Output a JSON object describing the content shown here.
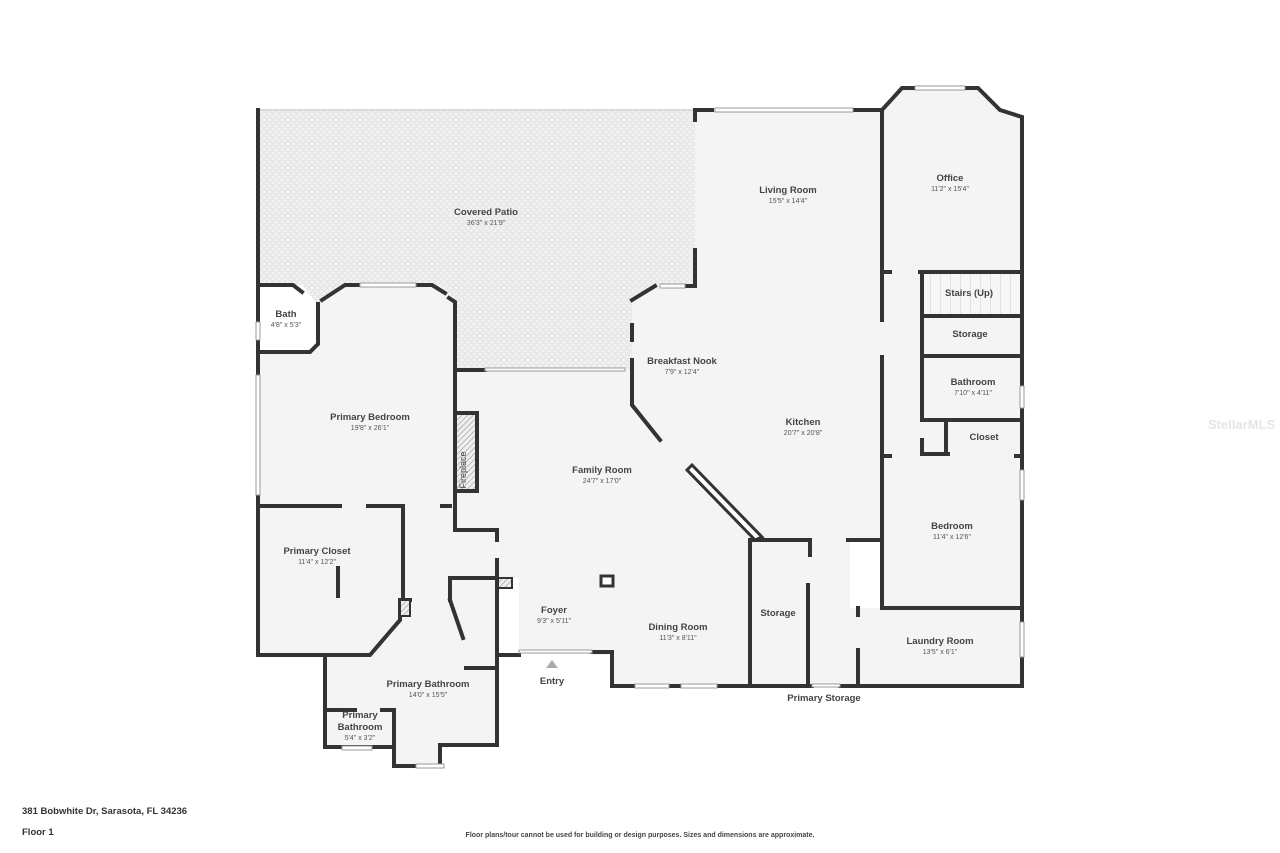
{
  "plan": {
    "address": "381 Bobwhite Dr, Sarasota, FL 34236",
    "floor": "Floor 1",
    "disclaimer": "Floor plans/tour cannot be used for building or design purposes. Sizes and dimensions are approximate.",
    "watermark": "StellarMLS",
    "colors": {
      "wall": "#333333",
      "floor": "#f4f4f4",
      "background": "#ffffff",
      "text": "#444444"
    }
  },
  "rooms": {
    "covered_patio": {
      "name": "Covered Patio",
      "dim": "36'3\" x 21'9\""
    },
    "living_room": {
      "name": "Living Room",
      "dim": "15'5\" x 14'4\""
    },
    "office": {
      "name": "Office",
      "dim": "11'2\" x 15'4\""
    },
    "stairs": {
      "name": "Stairs (Up)"
    },
    "storage_upper": {
      "name": "Storage"
    },
    "bathroom": {
      "name": "Bathroom",
      "dim": "7'10\" x 4'11\""
    },
    "closet": {
      "name": "Closet"
    },
    "bath": {
      "name": "Bath",
      "dim": "4'8\" x 5'3\""
    },
    "breakfast_nook": {
      "name": "Breakfast Nook",
      "dim": "7'9\" x 12'4\""
    },
    "kitchen": {
      "name": "Kitchen",
      "dim": "20'7\" x 20'8\""
    },
    "primary_bedroom": {
      "name": "Primary Bedroom",
      "dim": "19'8\" x 26'1\""
    },
    "fireplace": {
      "name": "Fireplace"
    },
    "family_room": {
      "name": "Family Room",
      "dim": "24'7\" x 17'0\""
    },
    "bedroom": {
      "name": "Bedroom",
      "dim": "11'4\" x 12'6\""
    },
    "primary_closet": {
      "name": "Primary Closet",
      "dim": "11'4\" x 12'2\""
    },
    "foyer": {
      "name": "Foyer",
      "dim": "9'3\" x 5'11\""
    },
    "dining_room": {
      "name": "Dining Room",
      "dim": "11'3\" x 8'11\""
    },
    "storage_lower": {
      "name": "Storage"
    },
    "laundry_room": {
      "name": "Laundry Room",
      "dim": "13'5\" x 6'1\""
    },
    "primary_bathroom": {
      "name": "Primary Bathroom",
      "dim": "14'0\" x 15'5\""
    },
    "primary_bathroom_small": {
      "name_line1": "Primary",
      "name_line2": "Bathroom",
      "dim": "5'4\" x 3'2\""
    },
    "entry": {
      "name": "Entry"
    },
    "primary_storage": {
      "name": "Primary Storage"
    }
  }
}
